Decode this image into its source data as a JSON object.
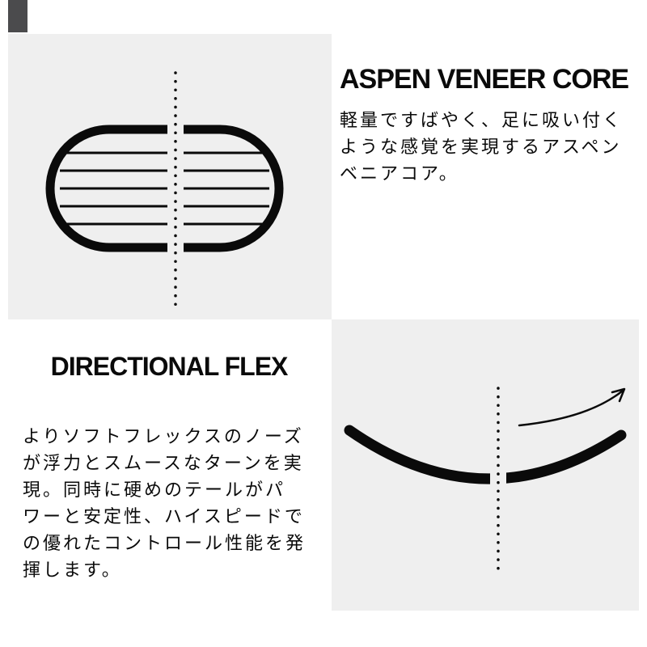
{
  "colors": {
    "ink": "#0a0a0a",
    "panel_bg": "#efefef",
    "corner_tab": "#4b4b4d"
  },
  "core": {
    "title": "ASPEN VENEER CORE",
    "description": "軽量ですばやく、足に吸い付く\nような感覚を実現するアスペン\nベニアコア。"
  },
  "flex": {
    "title": "DIRECTIONAL FLEX",
    "description": "よりソフトフレックスのノーズ\nが浮力とスムースなターンを実\n現。同時に硬めのテールがパ\nワーと安定性、ハイスピードで\nの優れたコントロール性能を発\n揮します。"
  },
  "icons": {
    "core_diagram": "snowboard-core-cross-section",
    "flex_diagram": "snowboard-flex-profile-with-arrow"
  }
}
